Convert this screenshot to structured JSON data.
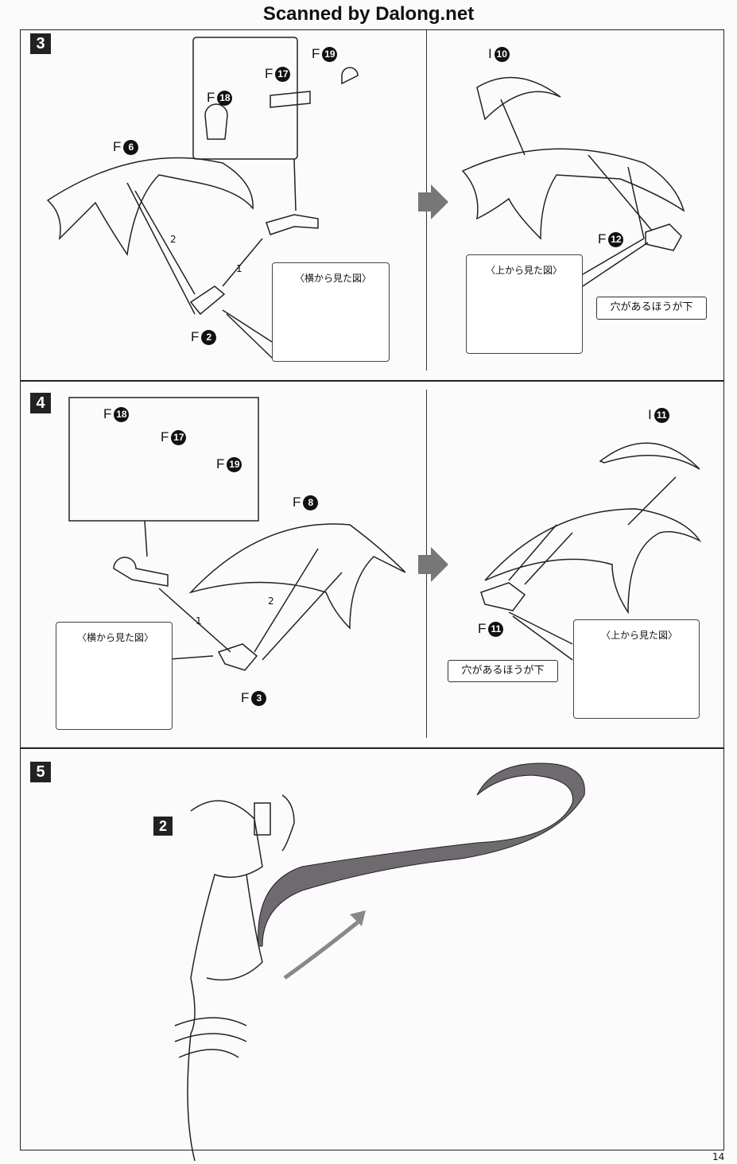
{
  "watermark": "Scanned by Dalong.net",
  "page_number": "14",
  "steps": {
    "s3": {
      "number": "3",
      "left": {
        "parts": {
          "f6": {
            "letter": "F",
            "num": "6"
          },
          "f2": {
            "letter": "F",
            "num": "2"
          },
          "f18": {
            "letter": "F",
            "num": "18"
          },
          "f17": {
            "letter": "F",
            "num": "17"
          },
          "f19": {
            "letter": "F",
            "num": "19"
          }
        },
        "side_view_label": "〈横から見た図〉",
        "seq1": "1",
        "seq2": "2"
      },
      "right": {
        "parts": {
          "i10": {
            "letter": "I",
            "num": "10"
          },
          "f12": {
            "letter": "F",
            "num": "12"
          }
        },
        "top_view_label": "〈上から見た図〉",
        "hole_note": "穴があるほうが下"
      }
    },
    "s4": {
      "number": "4",
      "left": {
        "parts": {
          "f18": {
            "letter": "F",
            "num": "18"
          },
          "f17": {
            "letter": "F",
            "num": "17"
          },
          "f19": {
            "letter": "F",
            "num": "19"
          },
          "f8": {
            "letter": "F",
            "num": "8"
          },
          "f3": {
            "letter": "F",
            "num": "3"
          }
        },
        "side_view_label": "〈横から見た図〉",
        "seq1": "1",
        "seq2": "2"
      },
      "right": {
        "parts": {
          "i11": {
            "letter": "I",
            "num": "11"
          },
          "f11": {
            "letter": "F",
            "num": "11"
          }
        },
        "top_view_label": "〈上から見た図〉",
        "hole_note": "穴があるほうが下"
      }
    },
    "s5": {
      "number": "5",
      "ref_badge": "2"
    }
  },
  "colors": {
    "tail": "#6f6a70",
    "arrow": "#777777"
  }
}
